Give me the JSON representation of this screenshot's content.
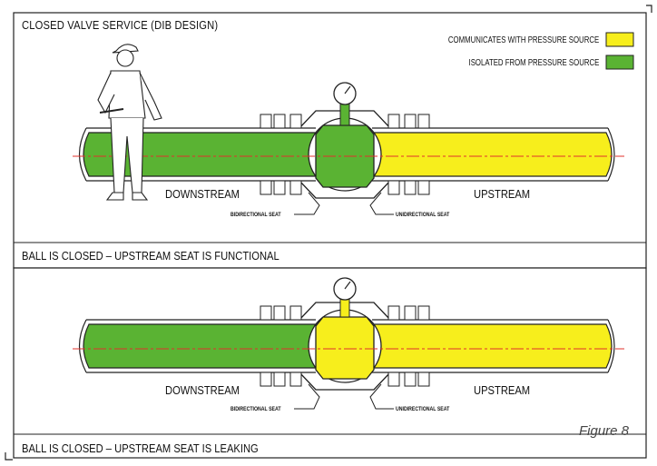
{
  "colors": {
    "pressure": "#f7ee1c",
    "isolated": "#5ab333",
    "centerline": "#e0312b",
    "outline": "#222222"
  },
  "top_panel": {
    "title": "CLOSED VALVE SERVICE (DIB DESIGN)",
    "legend": [
      {
        "label": "COMMUNICATES WITH PRESSURE SOURCE",
        "color": "yellow"
      },
      {
        "label": "ISOLATED FROM PRESSURE SOURCE",
        "color": "green"
      }
    ],
    "downstream_label": "DOWNSTREAM",
    "upstream_label": "UPSTREAM",
    "bidirectional_seat_label": "BIDIRECTIONAL SEAT",
    "unidirectional_seat_label": "UNIDIRECTIONAL SEAT",
    "caption": "BALL IS CLOSED – UPSTREAM SEAT IS FUNCTIONAL",
    "icons": [
      "worker-figure-icon",
      "pressure-gauge-icon"
    ]
  },
  "bottom_panel": {
    "downstream_label": "DOWNSTREAM",
    "upstream_label": "UPSTREAM",
    "bidirectional_seat_label": "BIDIRECTIONAL SEAT",
    "unidirectional_seat_label": "UNIDIRECTIONAL SEAT",
    "caption": "BALL IS CLOSED – UPSTREAM SEAT IS LEAKING",
    "figure_label": "Figure 8",
    "icons": [
      "pressure-gauge-icon"
    ]
  }
}
